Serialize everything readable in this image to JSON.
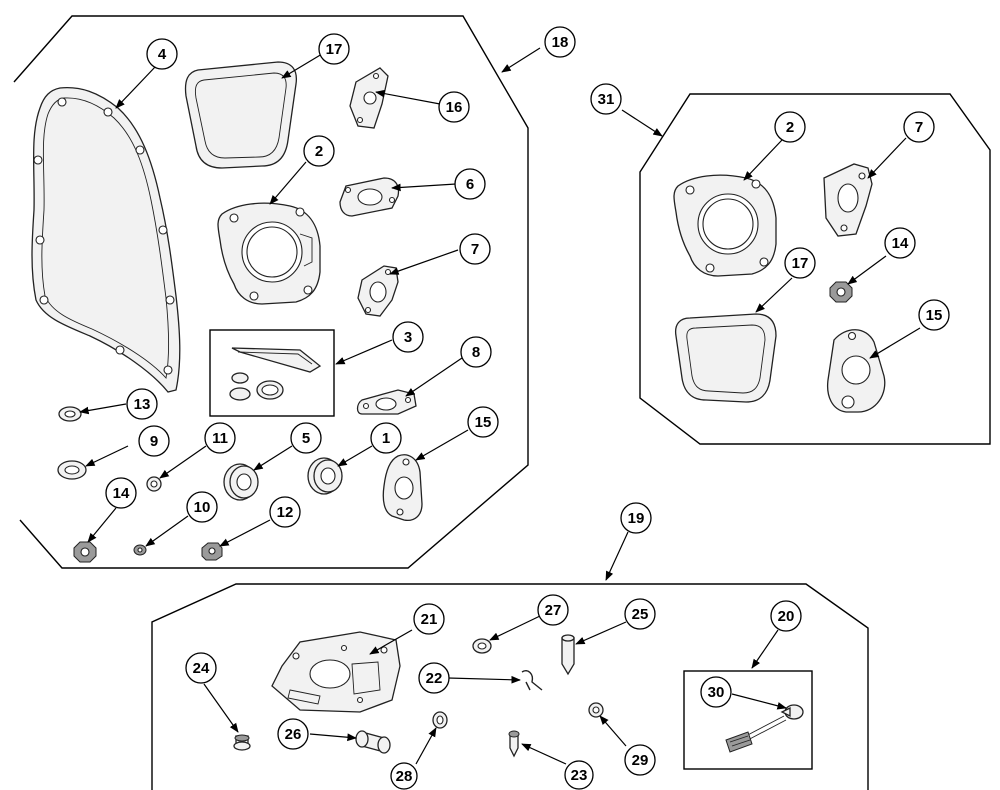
{
  "diagram": {
    "kit_labels": {
      "kit_18": "18",
      "kit_31": "31",
      "kit_19": "19",
      "kit_20": "20"
    },
    "callouts": {
      "c4": "4",
      "c17a": "17",
      "c16": "16",
      "c2a": "2",
      "c6": "6",
      "c7a": "7",
      "c3": "3",
      "c8": "8",
      "c13": "13",
      "c9": "9",
      "c11": "11",
      "c5": "5",
      "c1": "1",
      "c15a": "15",
      "c14a": "14",
      "c10": "10",
      "c12": "12",
      "c2b": "2",
      "c7b": "7",
      "c14b": "14",
      "c17b": "17",
      "c15b": "15",
      "c21": "21",
      "c27": "27",
      "c25": "25",
      "c24": "24",
      "c22": "22",
      "c26": "26",
      "c28": "28",
      "c23": "23",
      "c29": "29",
      "c30": "30"
    }
  }
}
